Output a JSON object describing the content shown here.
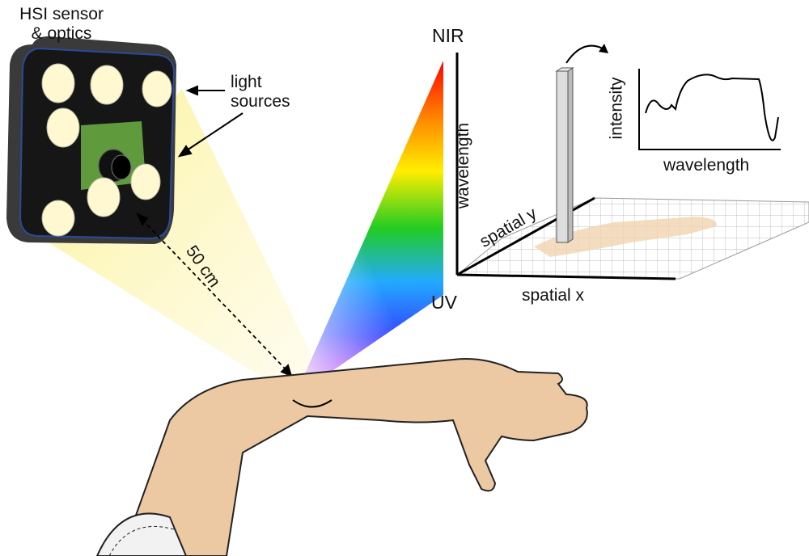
{
  "labels": {
    "sensor_line1": "HSI sensor",
    "sensor_line2": "& optics",
    "light_line1": "light",
    "light_line2": "sources",
    "distance": "50 cm",
    "nir": "NIR",
    "uv": "UV",
    "cube_wavelength": "wavelength",
    "spatial_y": "spatial y",
    "spatial_x": "spatial x",
    "plot_intensity": "intensity",
    "plot_wavelength": "wavelength"
  },
  "colors": {
    "skin": "#ecc9a3",
    "light_cone": "#fdf6b0",
    "sensor_window": "#5f9a3c",
    "sensor_body": "#161616",
    "sensor_edge": "#2a4a9a"
  }
}
